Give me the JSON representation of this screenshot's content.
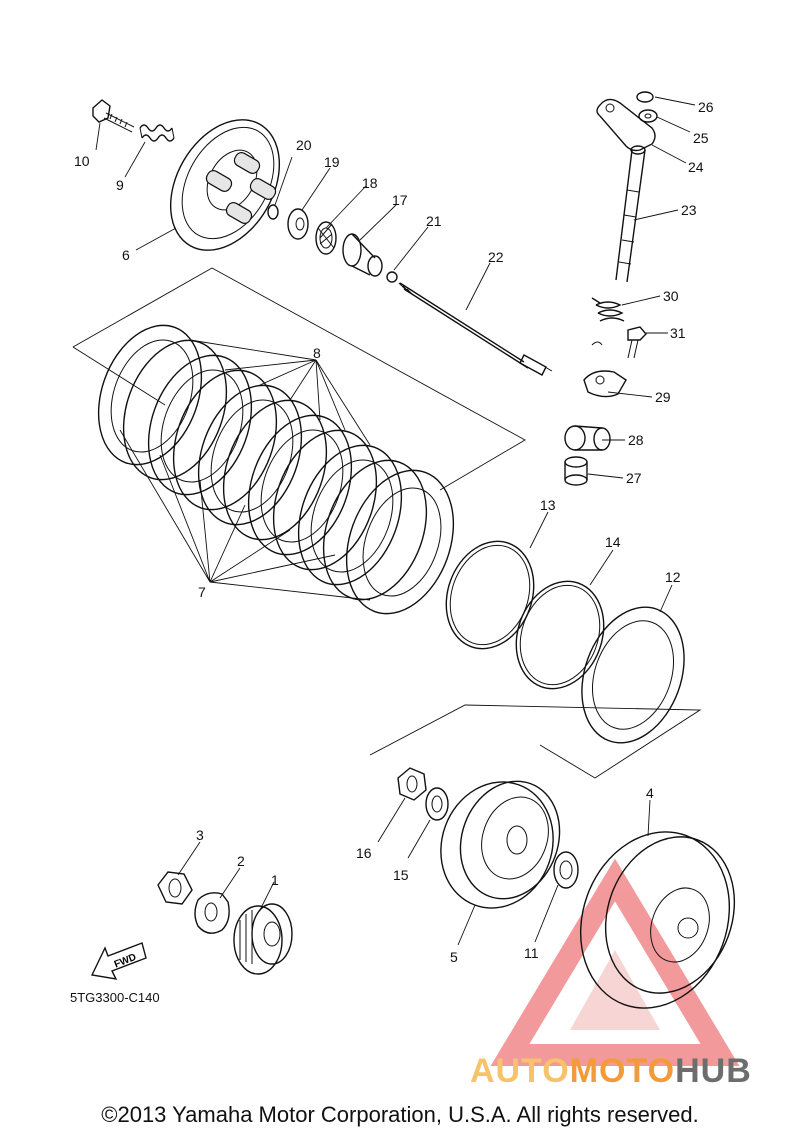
{
  "drawing_code": "5TG3300-C140",
  "fwd_label": "FWD",
  "copyright": "©2013 Yamaha Motor Corporation, U.S.A. All rights reserved.",
  "watermark": {
    "part1": "AUTO",
    "part2": "MOTO",
    "part3": "HUB"
  },
  "callouts": {
    "c1": "1",
    "c2": "2",
    "c3": "3",
    "c4": "4",
    "c5": "5",
    "c6": "6",
    "c7": "7",
    "c8": "8",
    "c9": "9",
    "c10": "10",
    "c11": "11",
    "c12": "12",
    "c13": "13",
    "c14": "14",
    "c15": "15",
    "c16": "16",
    "c17": "17",
    "c18": "18",
    "c19": "19",
    "c20": "20",
    "c21": "21",
    "c22": "22",
    "c23": "23",
    "c24": "24",
    "c25": "25",
    "c26": "26",
    "c27": "27",
    "c28": "28",
    "c29": "29",
    "c30": "30",
    "c31": "31"
  },
  "colors": {
    "watermark_red": "#e8474a",
    "watermark_orange": "#f39a3b",
    "watermark_gray": "#6d6d6d"
  }
}
